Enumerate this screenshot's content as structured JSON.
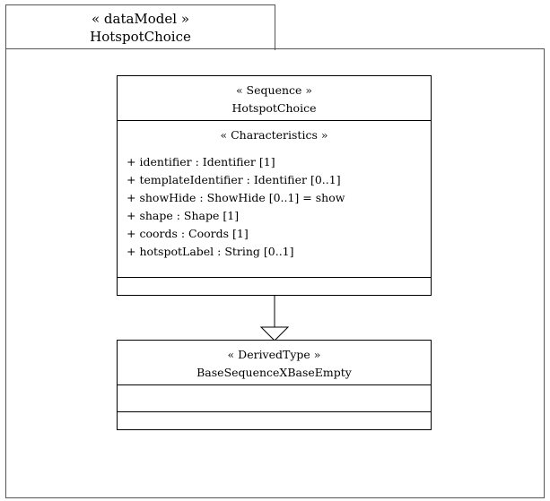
{
  "package": {
    "stereotype": "« dataModel »",
    "name": "HotspotChoice"
  },
  "classes": {
    "hotspot": {
      "stereotype": "« Sequence »",
      "name": "HotspotChoice",
      "section_title": "« Characteristics »",
      "attributes": [
        "+ identifier : Identifier [1]",
        "+ templateIdentifier : Identifier [0..1]",
        "+ showHide : ShowHide [0..1] = show",
        "+ shape : Shape [1]",
        "+ coords : Coords [1]",
        "+ hotspotLabel : String [0..1]"
      ]
    },
    "base": {
      "stereotype": "« DerivedType »",
      "name": "BaseSequenceXBaseEmpty"
    }
  },
  "relationship": {
    "type": "generalization",
    "from": "HotspotChoice",
    "to": "BaseSequenceXBaseEmpty"
  }
}
